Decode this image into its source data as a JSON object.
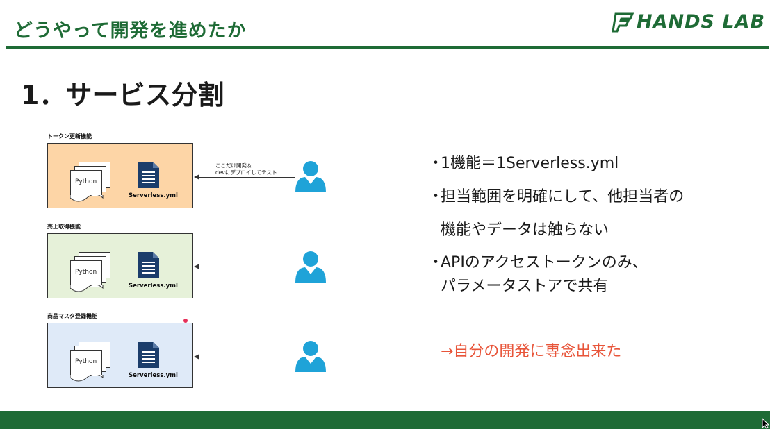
{
  "header": {
    "title": "どうやって開発を進めたか",
    "logo_text": "HANDS LAB",
    "accent_color": "#1e6b35"
  },
  "section": {
    "title": "1．サービス分割"
  },
  "diagram": {
    "groups": [
      {
        "label": "トークン更新機能",
        "fill": "#fdd5a6",
        "doc_label": "Python",
        "yml_label": "Serverless.yml"
      },
      {
        "label": "売上取得機能",
        "fill": "#e6f1d9",
        "doc_label": "Python",
        "yml_label": "Serverless.yml"
      },
      {
        "label": "商品マスタ登録機能",
        "fill": "#dfeaf8",
        "doc_label": "Python",
        "yml_label": "Serverless.yml"
      }
    ],
    "annotation_line1": "ここだけ開発＆",
    "annotation_line2": "devにデプロイしてテスト",
    "user_icon": "user-icon",
    "user_color": "#1fa3d8"
  },
  "bullets": {
    "b1": "1機能＝1Serverless.yml",
    "b2_line1": "担当範囲を明確にして、他担当者の",
    "b2_line2": "機能やデータは触らない",
    "b3_line1": "APIのアクセストークンのみ、",
    "b3_line2": "パラメータストアで共有",
    "bullet_mark": "・"
  },
  "conclusion": {
    "text": "→自分の開発に専念出来た",
    "color": "#e8553a"
  }
}
